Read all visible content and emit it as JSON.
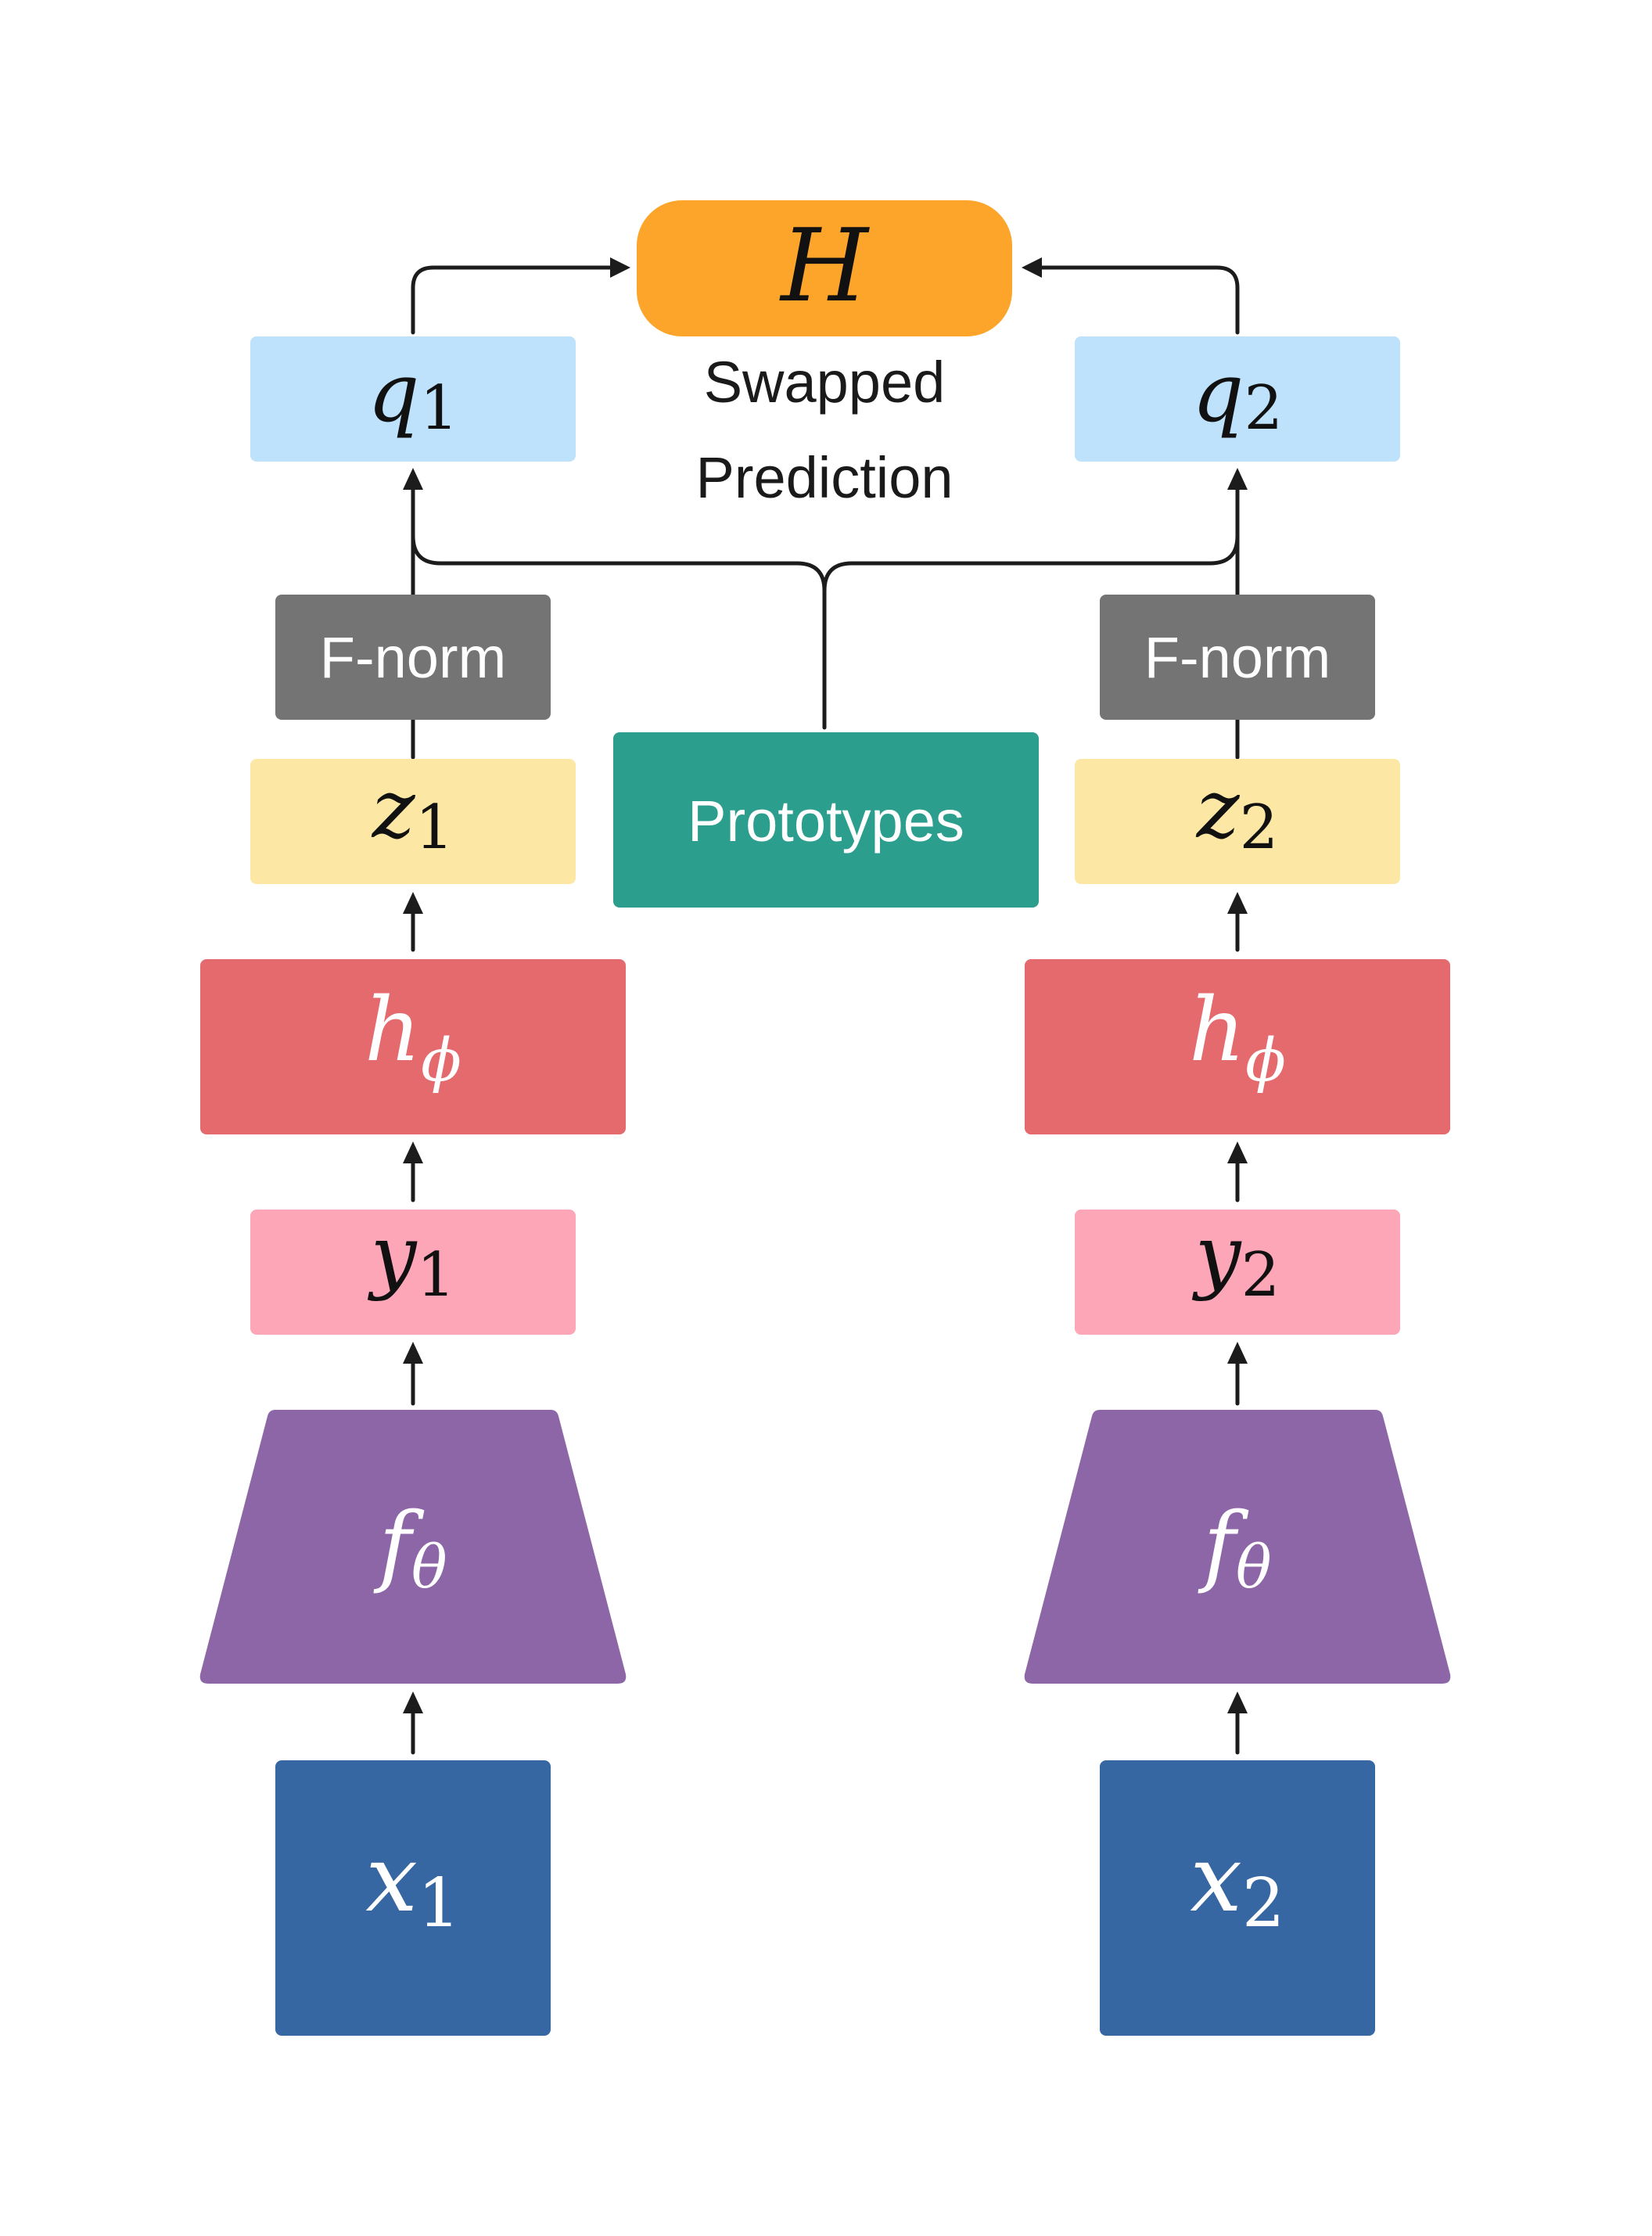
{
  "colors": {
    "h_box": "#FDA52A",
    "q_box": "#BEE2FB",
    "fnorm_box": "#747474",
    "prototypes_box": "#2B9E8E",
    "z_box": "#FCE7A4",
    "h_phi_box": "#E46A6E",
    "y_box": "#FDA6B8",
    "f_theta_box": "#8C66A6",
    "x_box": "#3667A3",
    "arrow": "#1C1C1C"
  },
  "top": {
    "h_label": "H",
    "caption_line1": "Swapped",
    "caption_line2": "Prediction"
  },
  "center": {
    "prototypes_label": "Prototypes"
  },
  "left": {
    "q": {
      "base": "q",
      "sub": "1"
    },
    "fnorm": "F-norm",
    "z": {
      "base": "z",
      "sub": "1"
    },
    "h_phi": {
      "base": "h",
      "sub": "ϕ"
    },
    "y": {
      "base": "y",
      "sub": "1"
    },
    "f_theta": {
      "base": "f",
      "sub": "θ"
    },
    "x": {
      "base": "x",
      "sub": "1"
    }
  },
  "right": {
    "q": {
      "base": "q",
      "sub": "2"
    },
    "fnorm": "F-norm",
    "z": {
      "base": "z",
      "sub": "2"
    },
    "h_phi": {
      "base": "h",
      "sub": "ϕ"
    },
    "y": {
      "base": "y",
      "sub": "2"
    },
    "f_theta": {
      "base": "f",
      "sub": "θ"
    },
    "x": {
      "base": "x",
      "sub": "2"
    }
  }
}
